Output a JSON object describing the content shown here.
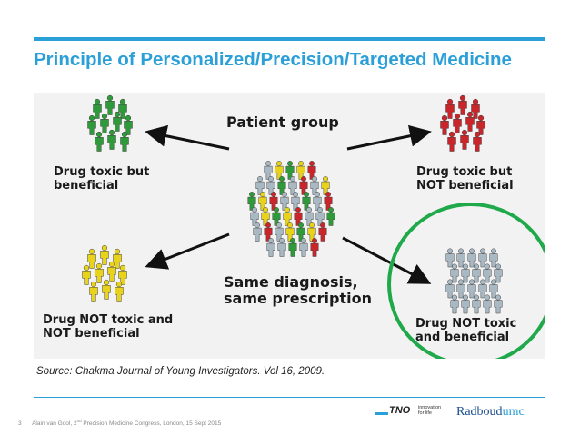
{
  "slide": {
    "title": "Principle of Personalized/Precision/Targeted Medicine",
    "source": "Source: Chakma Journal of Young Investigators. Vol 16, 2009.",
    "slide_number": "3",
    "footer": {
      "author": "Alain van Gool, 2",
      "ordinal_suffix": "nd",
      "event": " Precision Medicine Congress, London, 15 Sept 2015"
    }
  },
  "diagram": {
    "center_label": "Patient group",
    "diagnosis_label_line1": "Same diagnosis,",
    "diagnosis_label_line2": "same prescription",
    "groups": [
      {
        "label_line1": "Drug toxic but",
        "label_line2": "beneficial",
        "color": "#2e9a3a"
      },
      {
        "label_line1": "Drug toxic but",
        "label_line2": "NOT beneficial",
        "color": "#c9252b"
      },
      {
        "label_line1": "Drug NOT toxic and",
        "label_line2": "NOT beneficial",
        "color": "#e8d31a"
      },
      {
        "label_line1": "Drug NOT toxic",
        "label_line2": "and beneficial",
        "color": "#a9b9c4"
      }
    ],
    "highlight_color": "#1fa94a"
  },
  "logos": {
    "tno_text": "TNO",
    "tno_tag_line1": "innovation",
    "tno_tag_line2": "for life",
    "radboud_text": "Radboud",
    "radboud_suffix": "umc"
  },
  "colors": {
    "accent": "#2b9fd8",
    "arrow": "#111111",
    "figure_background": "#f2f2f2"
  }
}
